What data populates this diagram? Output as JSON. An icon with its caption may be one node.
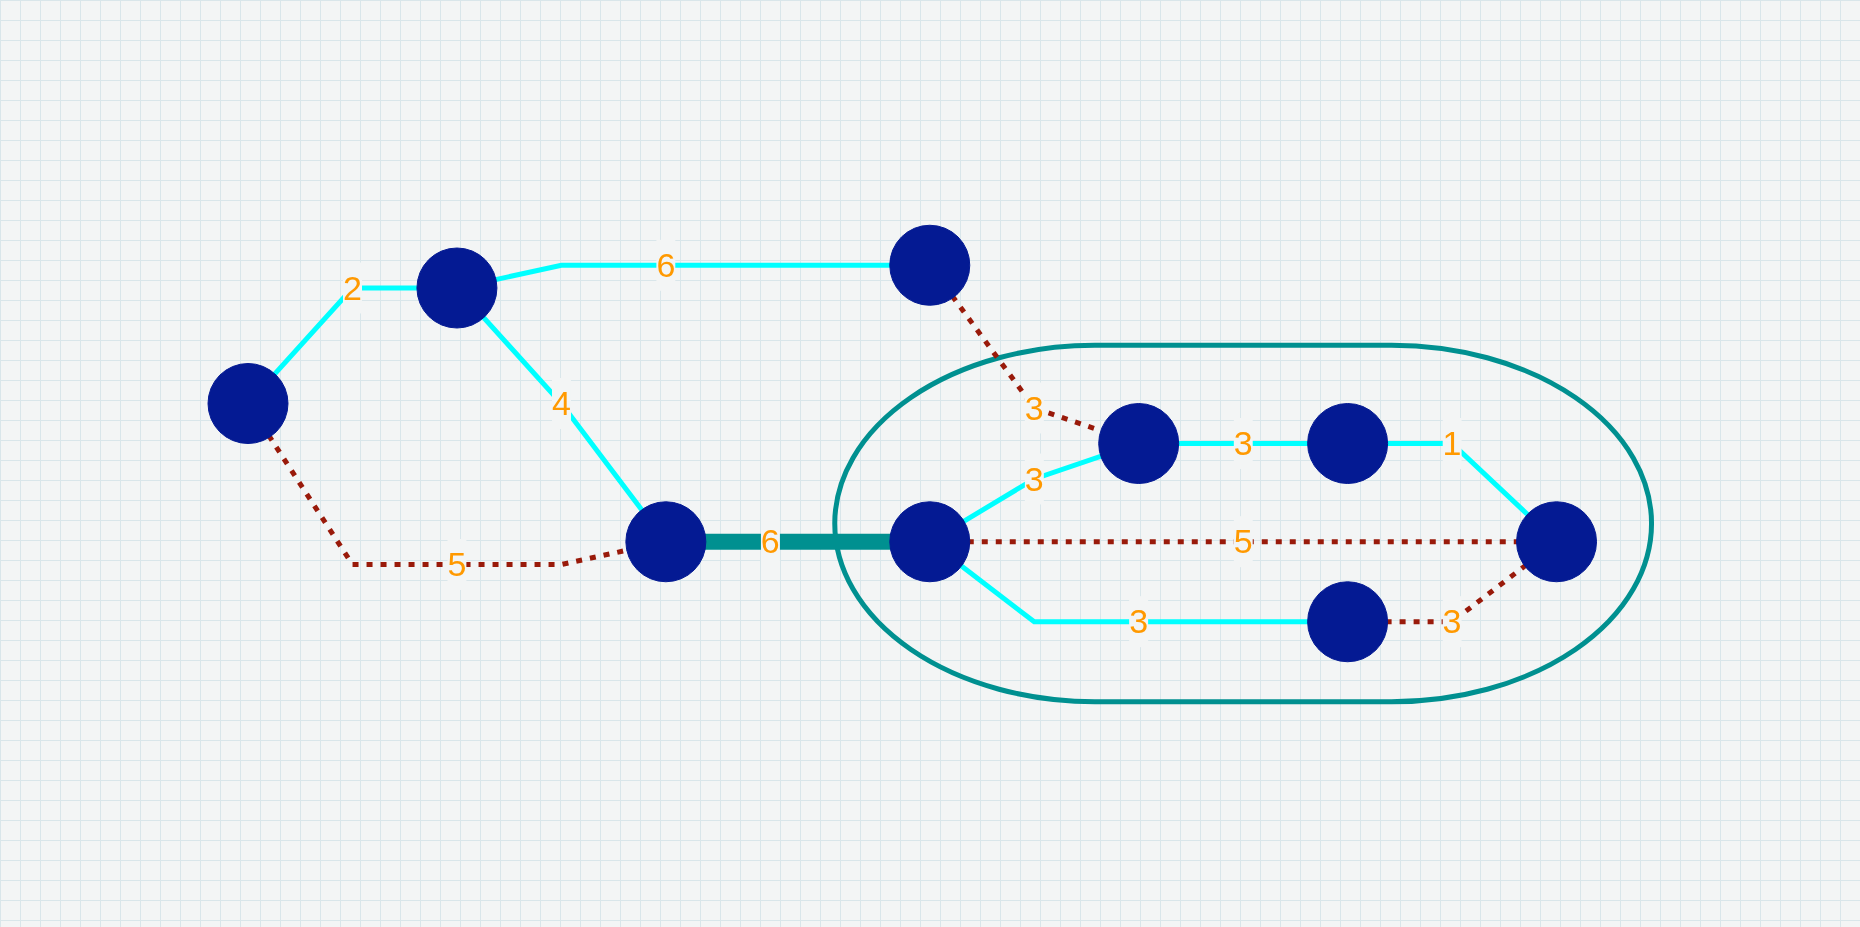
{
  "diagram": {
    "nodes": [
      {
        "text": [],
        "shape": "circle"
      },
      {
        "text": [],
        "shape": "circle"
      },
      {
        "text": [],
        "shape": "circle"
      },
      {
        "text": [],
        "shape": "circle"
      },
      {
        "text": [],
        "shape": "ellipse"
      },
      {
        "text": [],
        "shape": "circle",
        "in": 4
      },
      {
        "text": [],
        "shape": "circle",
        "in": 4
      },
      {
        "text": [],
        "shape": "circle",
        "in": 4
      },
      {
        "text": [],
        "shape": "circle",
        "in": 4
      },
      {
        "text": [],
        "shape": "circle",
        "in": 4
      }
    ],
    "edges": [
      {
        "from": 0,
        "to": 1,
        "arrow": "none",
        "label": "2"
      },
      {
        "from": 0,
        "to": 3,
        "arrow": "none",
        "label": "5",
        "style": "dashed",
        "color": "#991a0a"
      },
      {
        "from": 1,
        "to": 2,
        "arrow": "none",
        "label": "6"
      },
      {
        "from": 1,
        "to": 3,
        "arrow": "none",
        "label": "4"
      },
      {
        "from": 2,
        "to": 5,
        "arrow": "none",
        "label": "3",
        "style": "dashed",
        "color": "#991a0a"
      },
      {
        "from": 3,
        "to": 7,
        "arrow": "none",
        "label": "6",
        "style": "thick",
        "color": "#009090"
      },
      {
        "from": 7,
        "to": 5,
        "arrow": "none",
        "label": "3"
      },
      {
        "from": 5,
        "to": 6,
        "arrow": "none",
        "label": "3"
      },
      {
        "from": 6,
        "to": 8,
        "arrow": "none",
        "label": "1"
      },
      {
        "from": 7,
        "to": 8,
        "arrow": "none",
        "label": "5",
        "style": "dashed",
        "color": "#991a0a"
      },
      {
        "from": 7,
        "to": 9,
        "arrow": "none",
        "label": "3"
      },
      {
        "from": 9,
        "to": 8,
        "arrow": "none",
        "label": "3",
        "style": "dashed",
        "color": "#991a0a"
      }
    ]
  }
}
